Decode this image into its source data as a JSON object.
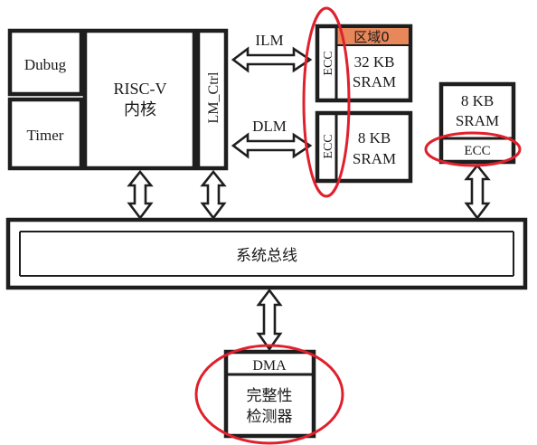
{
  "colors": {
    "stroke": "#1e1e1e",
    "highlight": "#e0202c",
    "region_fill": "#e8875a"
  },
  "blocks": {
    "debug": "Dubug",
    "timer": "Timer",
    "riscv_line1": "RISC-V",
    "riscv_line2": "内核",
    "lm_ctrl": "LM_Ctrl",
    "ilm_ecc": "ECC",
    "region0": "区域0",
    "ilm_sram_line1": "32 KB",
    "ilm_sram_line2": "SRAM",
    "dlm_ecc": "ECC",
    "dlm_sram_line1": "8 KB",
    "dlm_sram_line2": "SRAM",
    "ext_sram_line1": "8 KB",
    "ext_sram_line2": "SRAM",
    "ext_ecc": "ECC",
    "system_bus": "系统总线",
    "dma": "DMA",
    "checker_line1": "完整性",
    "checker_line2": "检测器"
  },
  "links": {
    "ilm": "ILM",
    "dlm": "DLM"
  }
}
